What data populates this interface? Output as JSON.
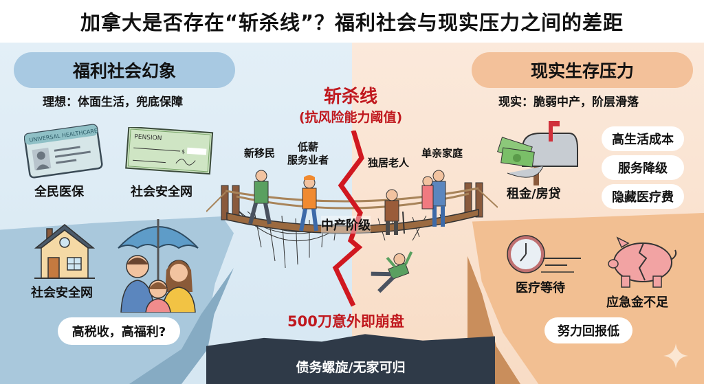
{
  "title": "加拿大是否存在“斩杀线”？福利社会与现实压力之间的差距",
  "left_panel": {
    "heading": "福利社会幻象",
    "subtitle": "理想：体面生活，兜底保障",
    "healthcare_card_text": "UNIVERSAL HEALTHCARE",
    "healthcare_label": "全民医保",
    "pension_card_text": "PENSION",
    "pension_label": "社会安全网",
    "house_label": "社会安全网",
    "bottom_pill": "高税收，高福利?"
  },
  "center": {
    "kill_line_title": "斩杀线",
    "kill_line_subtitle": "(抗风险能力阈值)",
    "groups": [
      {
        "label": "新移民"
      },
      {
        "label": "低薪\n服务业者"
      },
      {
        "label": "独居老人"
      },
      {
        "label": "单亲家庭"
      }
    ],
    "bridge_label": "中产阶级",
    "collapse_text": "500刀意外即崩盘",
    "abyss_text": "债务螺旋/无家可归"
  },
  "right_panel": {
    "heading": "现实生存压力",
    "subtitle": "现实：脆弱中产，阶层滑落",
    "mailbox_label": "租金/房贷",
    "pills": [
      "高生活成本",
      "服务降级",
      "隐藏医疗费"
    ],
    "clock_label": "医疗等待",
    "piggy_label": "应急金不足",
    "bottom_pill": "努力回报低"
  },
  "colors": {
    "left_bg": "#e3eff7",
    "right_bg": "#fbe9db",
    "accent_red": "#c0181e",
    "left_pill": "#a8c9e2",
    "right_pill": "#f3c19a",
    "abyss": "#2f3a48"
  }
}
